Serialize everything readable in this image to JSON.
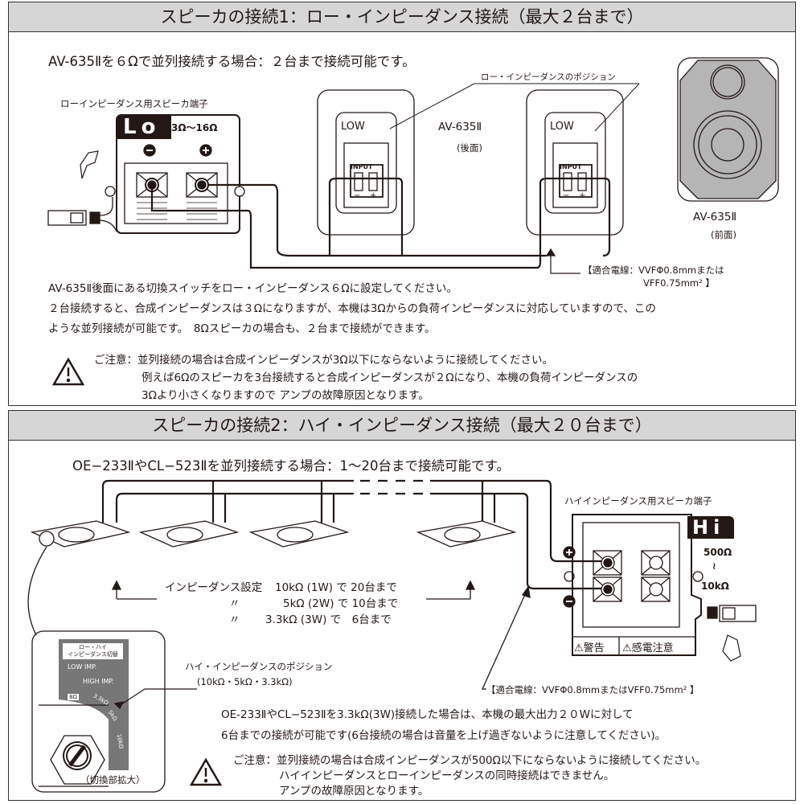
{
  "section1": {
    "title": "スピーカの接続1：ロー・インピーダンス接続（最大２台まで）",
    "subtitle": "AV-635Ⅱを６Ωで並列接続する場合：２台まで接続可能です。",
    "lo_terminal_label": "ローインピーダンス用スピーカ端子",
    "lo_badge": "Lo",
    "lo_range": "3Ω〜16Ω",
    "position_label": "ロー・インピーダンスのポジション",
    "rear_model": "AV-635Ⅱ",
    "rear_caption": "(後面)",
    "front_model": "AV-635Ⅱ",
    "front_caption": "(前面)",
    "switch_label": "LOW",
    "input_label": "INPUT",
    "minus": "−",
    "plus": "+",
    "wire_note_1": "【適合電線：VVFΦ0.8mmまたは",
    "wire_note_2": "VFF0.75mm² 】",
    "body": [
      "AV-635Ⅱ後面にある切換スイッチをロー・インピーダンス６Ωに設定してください。",
      "２台接続すると、合成インピーダンスは３Ωになりますが、本機は3Ωからの負荷インピーダンスに対応していますので、この",
      "ような並列接続が可能です。　8Ωスピーカの場合も、２台まで接続ができます。"
    ],
    "caution": [
      "ご注意：並列接続の場合は合成インピーダンスが3Ω以下にならないように接続してください。",
      "例えば6Ωのスピーカを3台接続すると合成インピーダンスが２Ωになり、本機の負荷インピーダンスの",
      "3Ωより小さくなりますので アンプの故障原因となります。"
    ]
  },
  "section2": {
    "title": "スピーカの接続2：ハイ・インピーダンス接続（最大２０台まで）",
    "subtitle": "OE−233ⅡやCL−523Ⅱを並列接続する場合：1〜20台まで接続可能です。",
    "impedance_settings": [
      {
        "label": "インピーダンス設定",
        "value": "10kΩ (1W) で 20台まで"
      },
      {
        "label": "〃",
        "value": "5kΩ (2W) で 10台まで"
      },
      {
        "label": "〃",
        "value": "3.3kΩ (3W) で　6台まで"
      }
    ],
    "hi_terminal_label": "ハイインピーダンス用スピーカ端子",
    "hi_badge": "Hi",
    "hi_range_top": "500Ω",
    "hi_range_sep": "≀",
    "hi_range_bottom": "10kΩ",
    "warning": "⚠警告",
    "shock_warning": "⚠感電注意",
    "wire_note": "【適合電線：VVFΦ0.8mmまたはVFF0.75mm² 】",
    "position_label": "ハイ・インピーダンスのポジション",
    "position_values": "(10kΩ・5kΩ・3.3kΩ)",
    "switch_panel": {
      "title_1": "ロー・ハイ",
      "title_2": "インピーダンス切替",
      "low": "LOW IMP.",
      "high": "HIGH IMP.",
      "opt_8": "8Ω",
      "opt_33": "3.3kΩ",
      "opt_5": "5kΩ",
      "opt_10": "10kΩ",
      "caption": "（切換部拡大）"
    },
    "body": [
      "OE-233ⅡやCL−523Ⅱを3.3kΩ(3W)接続した場合は、本機の最大出力２０Wに対して",
      "6台までの接続が可能です(6台接続の場合は音量を上げ過ぎないように注意してください)。"
    ],
    "caution": [
      "ご注意：並列接続の場合は合成インピーダンスが500Ω以下にならないように接続してください。",
      "ハイインピーダンスとローインピーダンスの同時接続はできません。",
      "アンプの故障原因となります。"
    ]
  },
  "colors": {
    "header_bg": "#d6d6d6",
    "ink": "#231815",
    "speaker_gray": "#b5b5b5"
  }
}
